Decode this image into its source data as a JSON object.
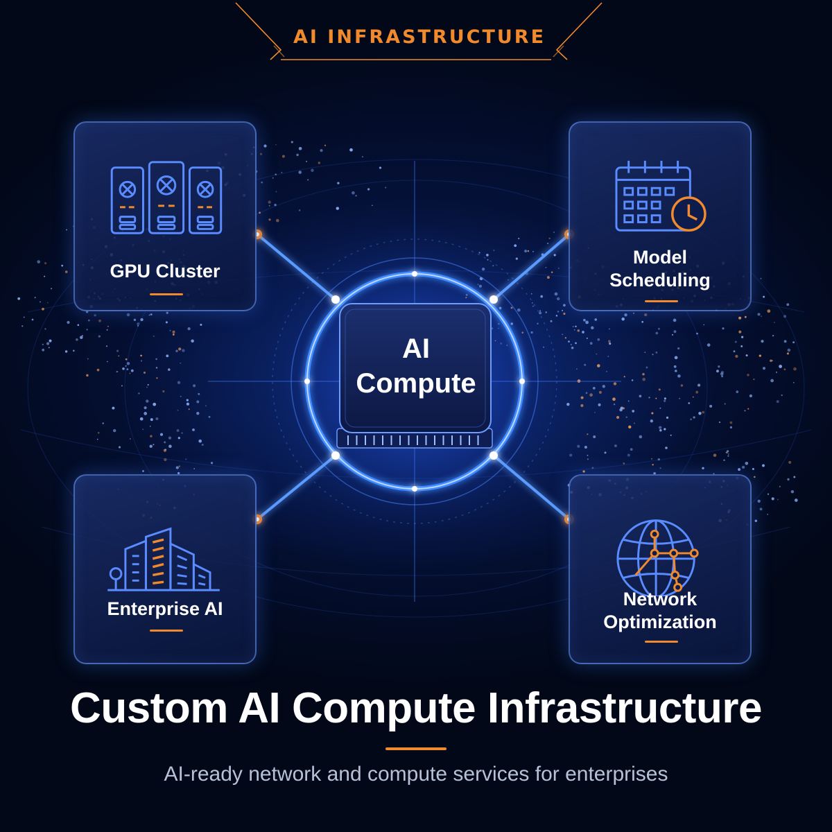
{
  "banner": {
    "label": "AI INFRASTRUCTURE"
  },
  "hub": {
    "label": "AI\nCompute"
  },
  "cards": [
    {
      "label": "GPU Cluster",
      "icon": "gpu-server-rack-icon"
    },
    {
      "label": "Model\nScheduling",
      "icon": "calendar-clock-icon"
    },
    {
      "label": "Enterprise AI",
      "icon": "office-buildings-icon"
    },
    {
      "label": "Network\nOptimization",
      "icon": "network-globe-icon"
    }
  ],
  "footer": {
    "headline": "Custom AI Compute Infrastructure",
    "subline": "AI-ready network and compute services for enterprises"
  },
  "colors": {
    "accent_orange": "#f08a2c",
    "glow_blue": "#3f8cff",
    "background": "#020817"
  }
}
